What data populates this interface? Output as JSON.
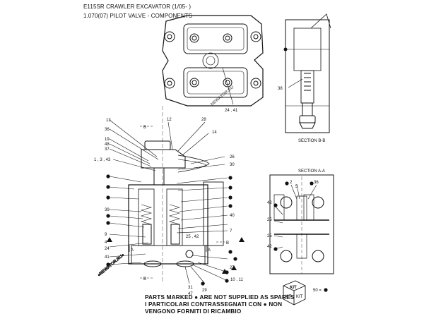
{
  "header": {
    "title": "E115SR CRAWLER EXCAVATOR (1/05- )",
    "subtitle": "1.070(07) PILOT VALVE - COMPONENTS"
  },
  "notes": {
    "line1": "PARTS MARKED ● ARE NOT SUPPLIED AS SPARES",
    "line2": "I PARTICOLARI CONTRASSEGNATI CON ● NON",
    "line3": "VENGONO FORNITI DI RICAMBIO"
  },
  "section_labels": {
    "section_bb": "SECTION  B-B",
    "section_aa": "SECTION  A-A",
    "kit_badge": "KIT",
    "kit_ref": "50 ="
  },
  "cut_marks": {
    "b_top": "B",
    "b_right": "B",
    "b_bottom": "B",
    "a_left": "A",
    "a_right": "A"
  },
  "callouts": {
    "c13": "13",
    "c12": "12",
    "c28": "28",
    "c14": "14",
    "c36": "36",
    "c19": "19",
    "c48": "48",
    "c37": "37",
    "c1343": "1 , 3 , 43",
    "c26": "26",
    "c30": "30",
    "c39": "39",
    "c9": "9",
    "c4": "4",
    "c24": "24",
    "c41": "41",
    "c40": "40",
    "c7": "7",
    "c2542": "25 , 42",
    "c27": "27",
    "c1011": "10 , 11",
    "c29": "29",
    "c31": "31",
    "c47": "47",
    "c2441": "24 , 41",
    "c38": "38",
    "a2": "2",
    "a5": "5",
    "a36": "36",
    "a42a": "42",
    "a25a": "25",
    "a25b": "25",
    "a42b": "42"
  },
  "watermark": {
    "site": "«NEWATOR.RU»",
    "site_upper": "NEWATOR.RU"
  },
  "colors": {
    "ink": "#111111",
    "watermark": "#1a1a1a"
  }
}
